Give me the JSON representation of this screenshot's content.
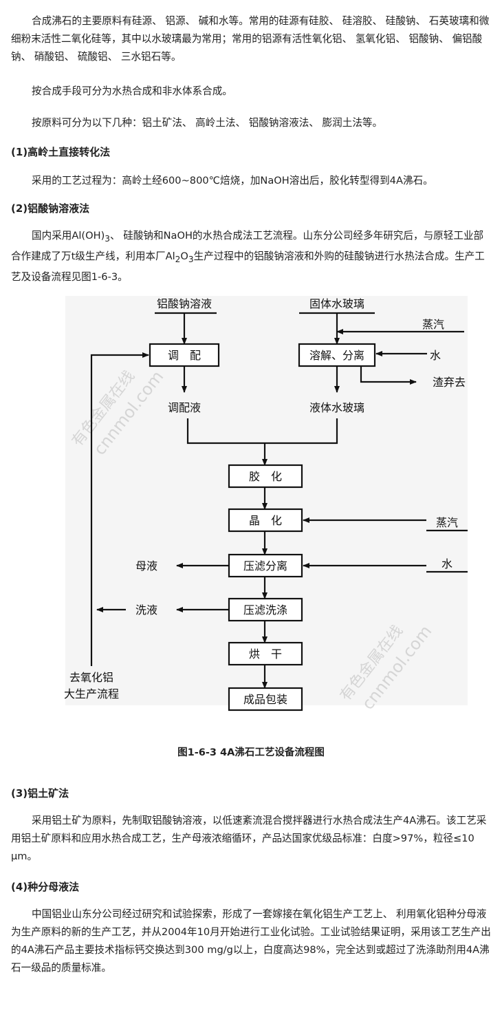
{
  "paragraphs": {
    "intro": "合成沸石的主要原料有硅源、 铝源、 碱和水等。常用的硅源有硅胶、 硅溶胶、 硅酸钠、 石英玻璃和微细粉末活性二氧化硅等，其中以水玻璃最为常用；常用的铝源有活性氧化铝、 氢氧化铝、 铝酸钠、 偏铝酸钠、 硝酸铝、 硫酸铝、 三水铝石等。",
    "means": "按合成手段可分为水热合成和非水体系合成。",
    "materials": "按原料可分为以下几种：铝土矿法、 高岭土法、 铝酸钠溶液法、 膨润土法等。"
  },
  "sections": [
    {
      "heading": "(1)高岭土直接转化法",
      "body": "采用的工艺过程为：高岭土经600~800℃焙烧，加NaOH溶出后，胶化转型得到4A沸石。"
    },
    {
      "heading": "(2)铝酸钠溶液法",
      "body_parts": [
        "国内采用Al(OH)",
        "3",
        "、 硅酸钠和NaOH的水热合成法工艺流程。山东分公司经多年研究后，与原轻工业部合作建成了万t级生产线，利用本厂Al",
        "2",
        "O",
        "3",
        "生产过程中的铝酸钠溶液和外购的硅酸钠进行水热法合成。生产工艺及设备流程见图1-6-3。"
      ]
    },
    {
      "heading": "(3)铝土矿法",
      "body": "采用铝土矿为原料，先制取铝酸钠溶液，以低速紊流混合搅拌器进行水热合成法生产4A沸石。该工艺采用铝土矿原料和应用水热合成工艺，生产母液浓缩循环，产品达国家优级品标准：白度>97%，粒径≤10 μm。"
    },
    {
      "heading": "(4)种分母液法",
      "body": "中国铝业山东分公司经过研究和试验探索，形成了一套嫁接在氧化铝生产工艺上、 利用氧化铝种分母液为生产原料的新的生产工艺，并从2004年10月开始进行工业化试验。工业试验结果证明，采用该工艺生产出的4A沸石产品主要技术指标钙交换达到300 mg/g以上，白度高达98%，完全达到或超过了洗涤助剂用4A沸石一级品的质量标准。"
    }
  ],
  "figure": {
    "caption": "图1-6-3  4A沸石工艺设备流程图",
    "watermark": [
      "有色金属在线",
      "cnnmol.com"
    ],
    "nodes": {
      "sodium_aluminate": "铝酸钠溶液",
      "solid_water_glass": "固体水玻璃",
      "steam_top": "蒸汽",
      "mix": "调　配",
      "dissolve_separate": "溶解、分离",
      "water_top": "水",
      "residue": "渣弃去",
      "mixed_liquid": "调配液",
      "liquid_water_glass": "液体水玻璃",
      "gelation": "胶　化",
      "crystallization": "晶　化",
      "steam_mid": "蒸汽",
      "mother_liquor": "母液",
      "filter_separate": "压滤分离",
      "water_mid": "水",
      "wash_liquor": "洗液",
      "filter_wash": "压滤洗涤",
      "drying": "烘　干",
      "to_alumina_1": "去氧化铝",
      "to_alumina_2": "大生产流程",
      "packaging": "成品包装"
    }
  }
}
